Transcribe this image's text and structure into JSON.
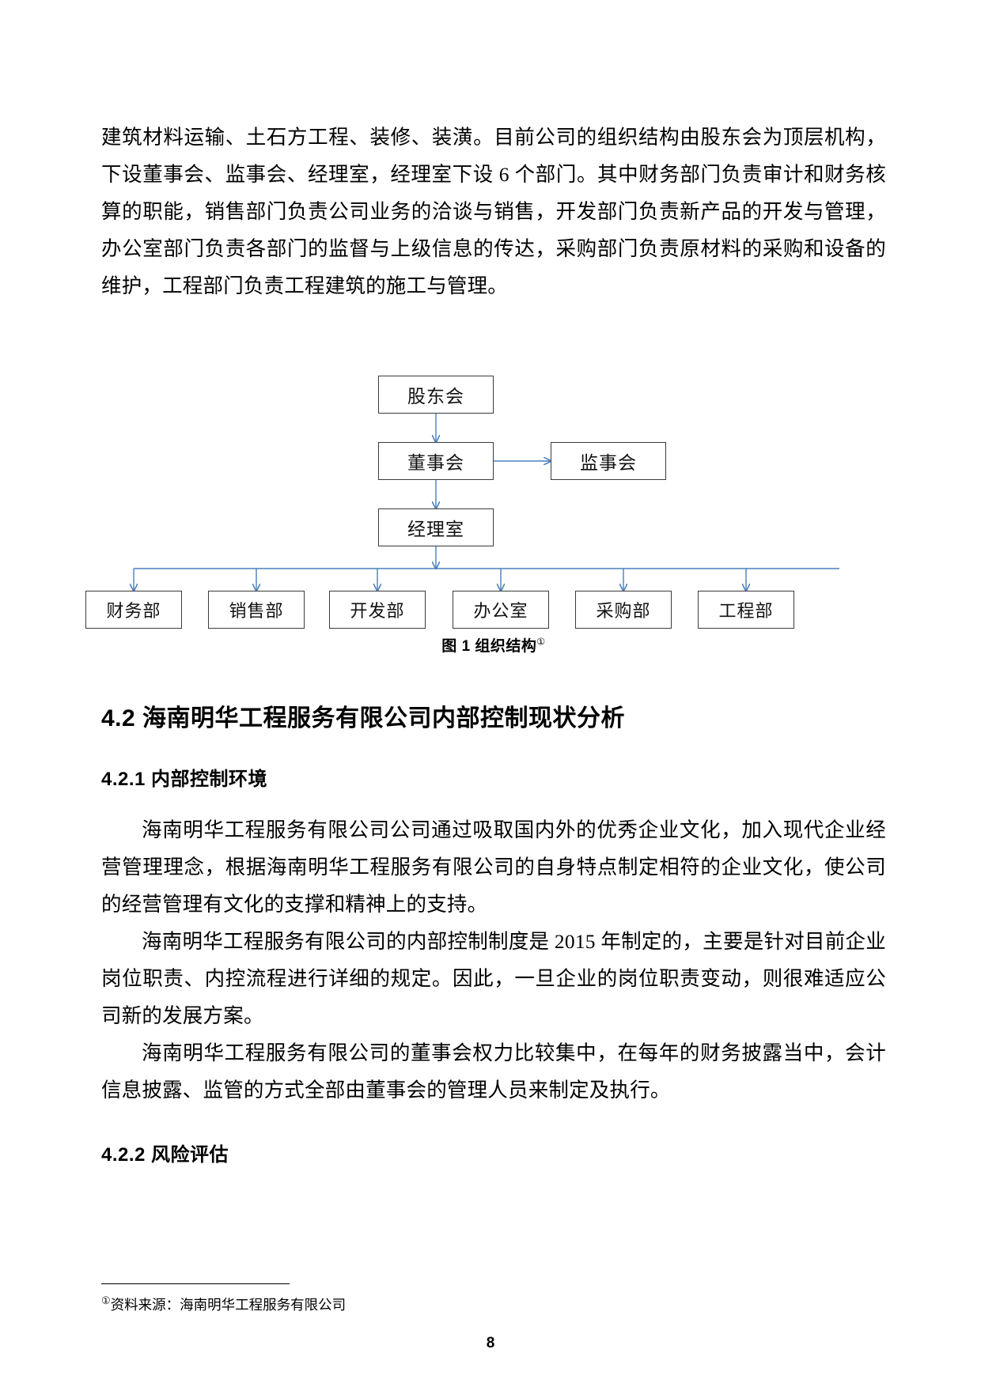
{
  "document": {
    "page_number": "8"
  },
  "paragraphs": {
    "intro": "建筑材料运输、土石方工程、装修、装潢。目前公司的组织结构由股东会为顶层机构，下设董事会、监事会、经理室，经理室下设 6 个部门。其中财务部门负责审计和财务核算的职能，销售部门负责公司业务的洽谈与销售，开发部门负责新产品的开发与管理，办公室部门负责各部门的监督与上级信息的传达，采购部门负责原材料的采购和设备的维护，工程部门负责工程建筑的施工与管理。",
    "env_p1": "海南明华工程服务有限公司公司通过吸取国内外的优秀企业文化，加入现代企业经营管理理念，根据海南明华工程服务有限公司的自身特点制定相符的企业文化，使公司的经营管理有文化的支撑和精神上的支持。",
    "env_p2": "海南明华工程服务有限公司的内部控制制度是 2015 年制定的，主要是针对目前企业岗位职责、内控流程进行详细的规定。因此，一旦企业的岗位职责变动，则很难适应公司新的发展方案。",
    "env_p3": "海南明华工程服务有限公司的董事会权力比较集中，在每年的财务披露当中，会计信息披露、监管的方式全部由董事会的管理人员来制定及执行。"
  },
  "headings": {
    "section_42": "4.2 海南明华工程服务有限公司内部控制现状分析",
    "section_421": "4.2.1 内部控制环境",
    "section_422": "4.2.2 风险评估"
  },
  "figure": {
    "caption_text": "图 1 组织结构",
    "caption_marker": "①",
    "colors": {
      "box_border": "#3b3b3b",
      "connector": "#4a7ebb"
    },
    "nodes": {
      "shareholders": "股东会",
      "board": "董事会",
      "supervisors": "监事会",
      "manager_office": "经理室"
    },
    "departments": [
      {
        "label": "财务部"
      },
      {
        "label": "销售部"
      },
      {
        "label": "开发部"
      },
      {
        "label": "办公室"
      },
      {
        "label": "采购部"
      },
      {
        "label": "工程部"
      }
    ]
  },
  "footnote": {
    "marker": "①",
    "text": "资料来源：海南明华工程服务有限公司"
  }
}
